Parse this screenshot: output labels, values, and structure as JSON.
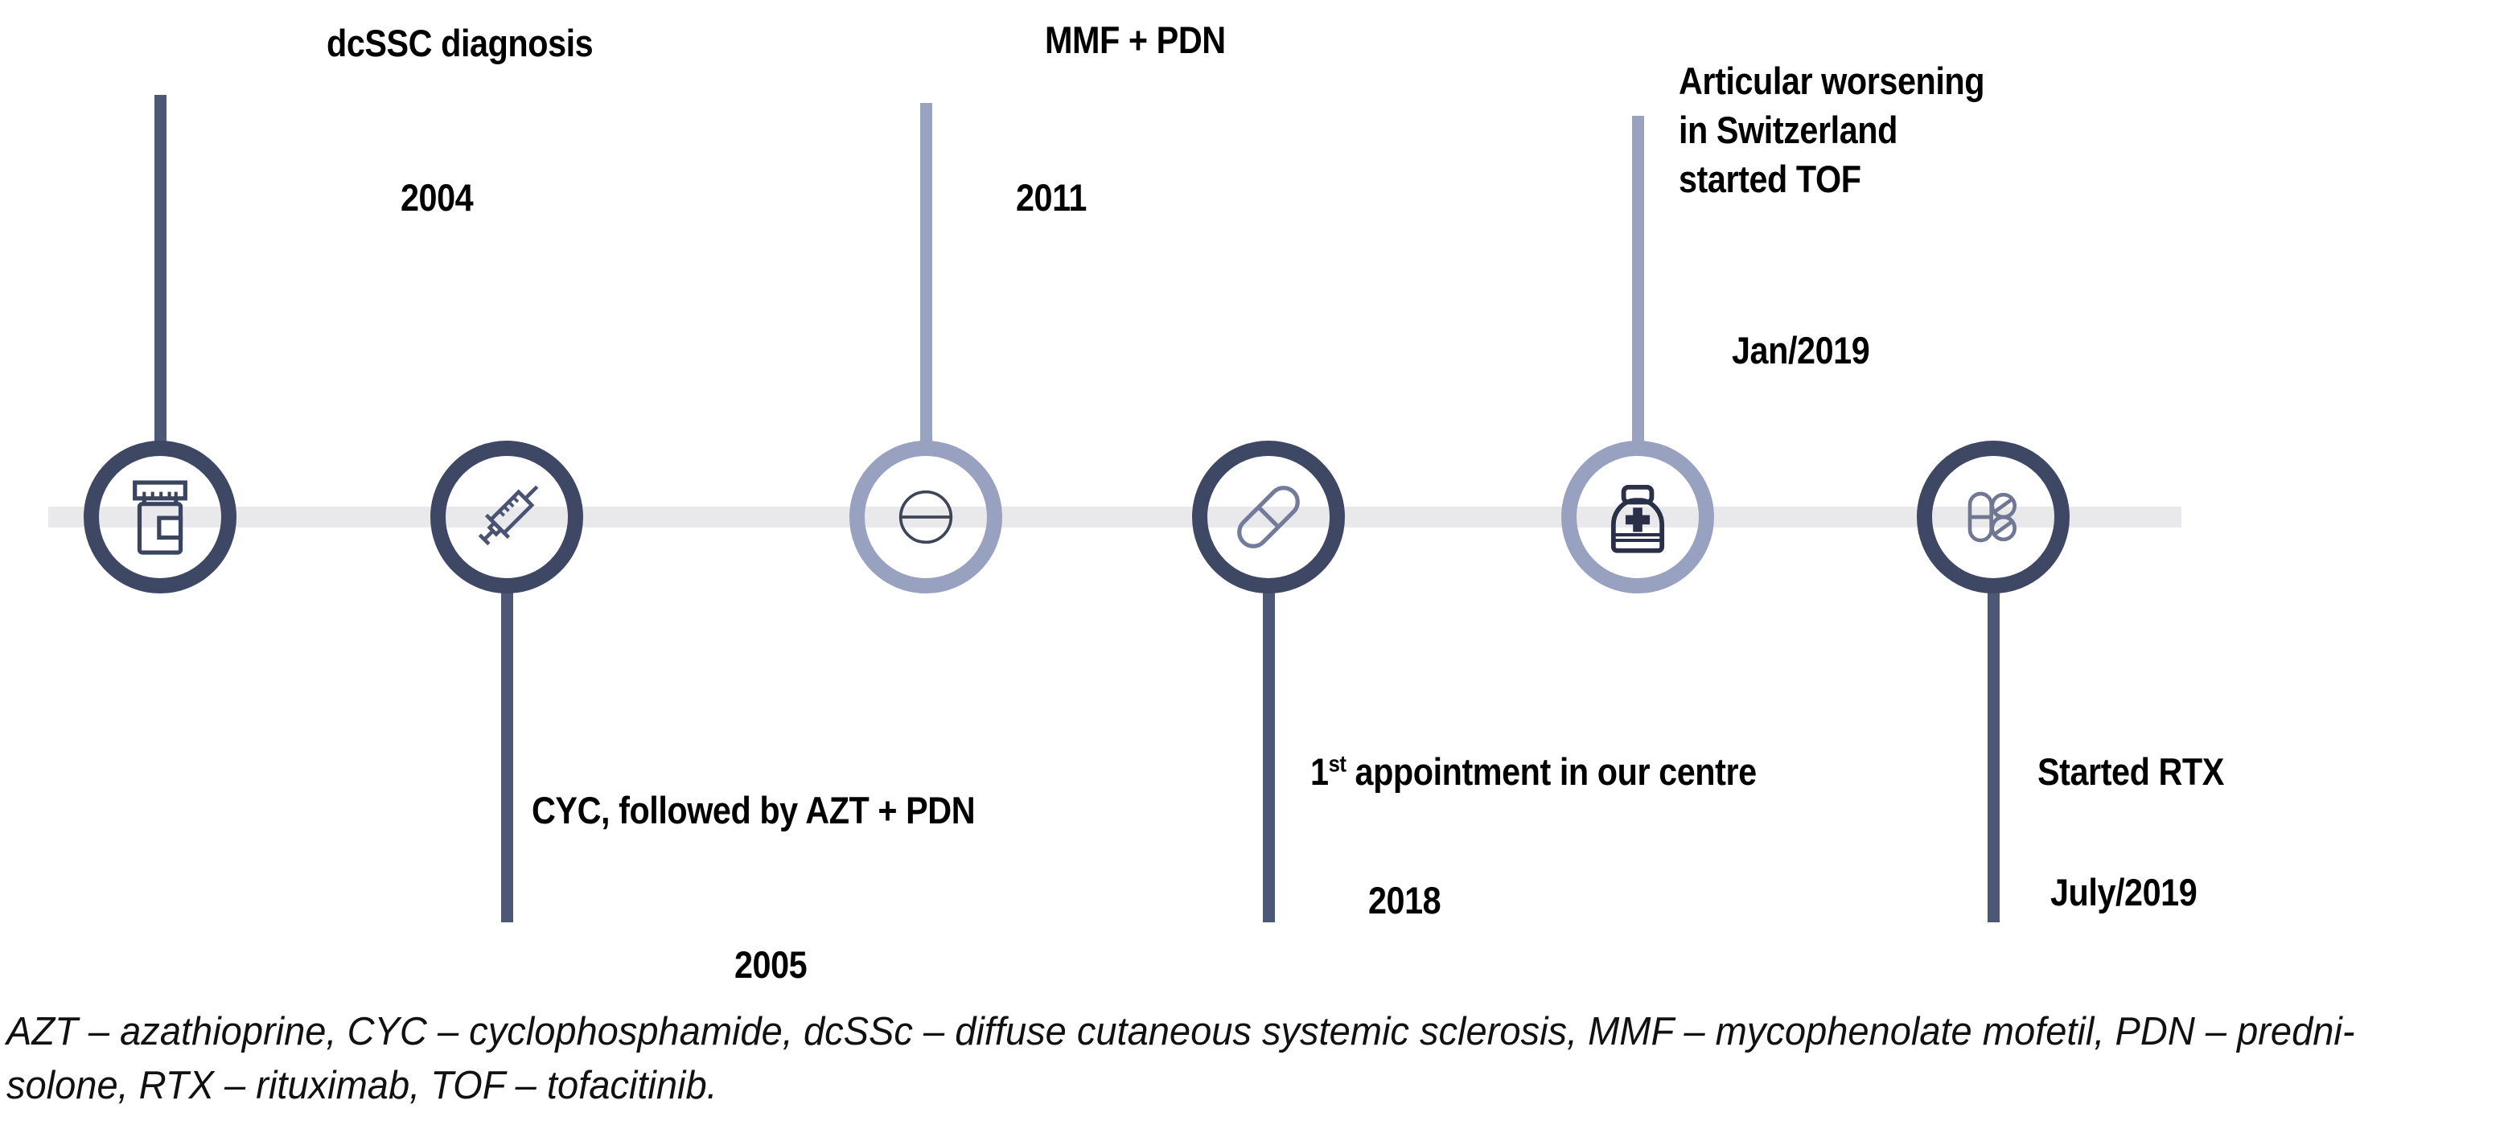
{
  "figure": {
    "type": "timeline",
    "orientation": "horizontal",
    "axis_color": "#e9e9ec",
    "tone_colors": {
      "dark": "#3e4865",
      "light": "#99a1c0"
    },
    "text_color": "#000000"
  },
  "timeline": {
    "events": [
      {
        "label": "dcSSC diagnosis",
        "date": "2004",
        "icon": "pill-bottle",
        "stem_direction": "up",
        "tone": "dark"
      },
      {
        "label": "CYC, followed by AZT + PDN",
        "date": "2005",
        "icon": "syringe",
        "stem_direction": "down",
        "tone": "dark"
      },
      {
        "label": "MMF + PDN",
        "date": "2011",
        "icon": "tablet",
        "stem_direction": "up",
        "tone": "light"
      },
      {
        "label": "1st appointment in our centre",
        "label_parts": {
          "num": "1",
          "sup": "st",
          "rest": " appointment in our centre"
        },
        "date": "2018",
        "icon": "capsule",
        "stem_direction": "down",
        "tone": "dark"
      },
      {
        "label": "Articular worsening in Switzerland started TOF",
        "label_lines": [
          "Articular worsening",
          "in Switzerland",
          "started TOF"
        ],
        "date": "Jan/2019",
        "icon": "medical-bag",
        "stem_direction": "up",
        "tone": "light"
      },
      {
        "label": "Started RTX",
        "date": "July/2019",
        "icon": "pills",
        "stem_direction": "down",
        "tone": "dark"
      }
    ]
  },
  "caption": {
    "line1": "AZT – azathioprine, CYC – cyclophosphamide, dcSSc – diffuse cutaneous systemic sclerosis, MMF – mycophenolate mofetil, PDN – predni-",
    "line2": "solone, RTX – rituximab, TOF – tofacitinib."
  }
}
